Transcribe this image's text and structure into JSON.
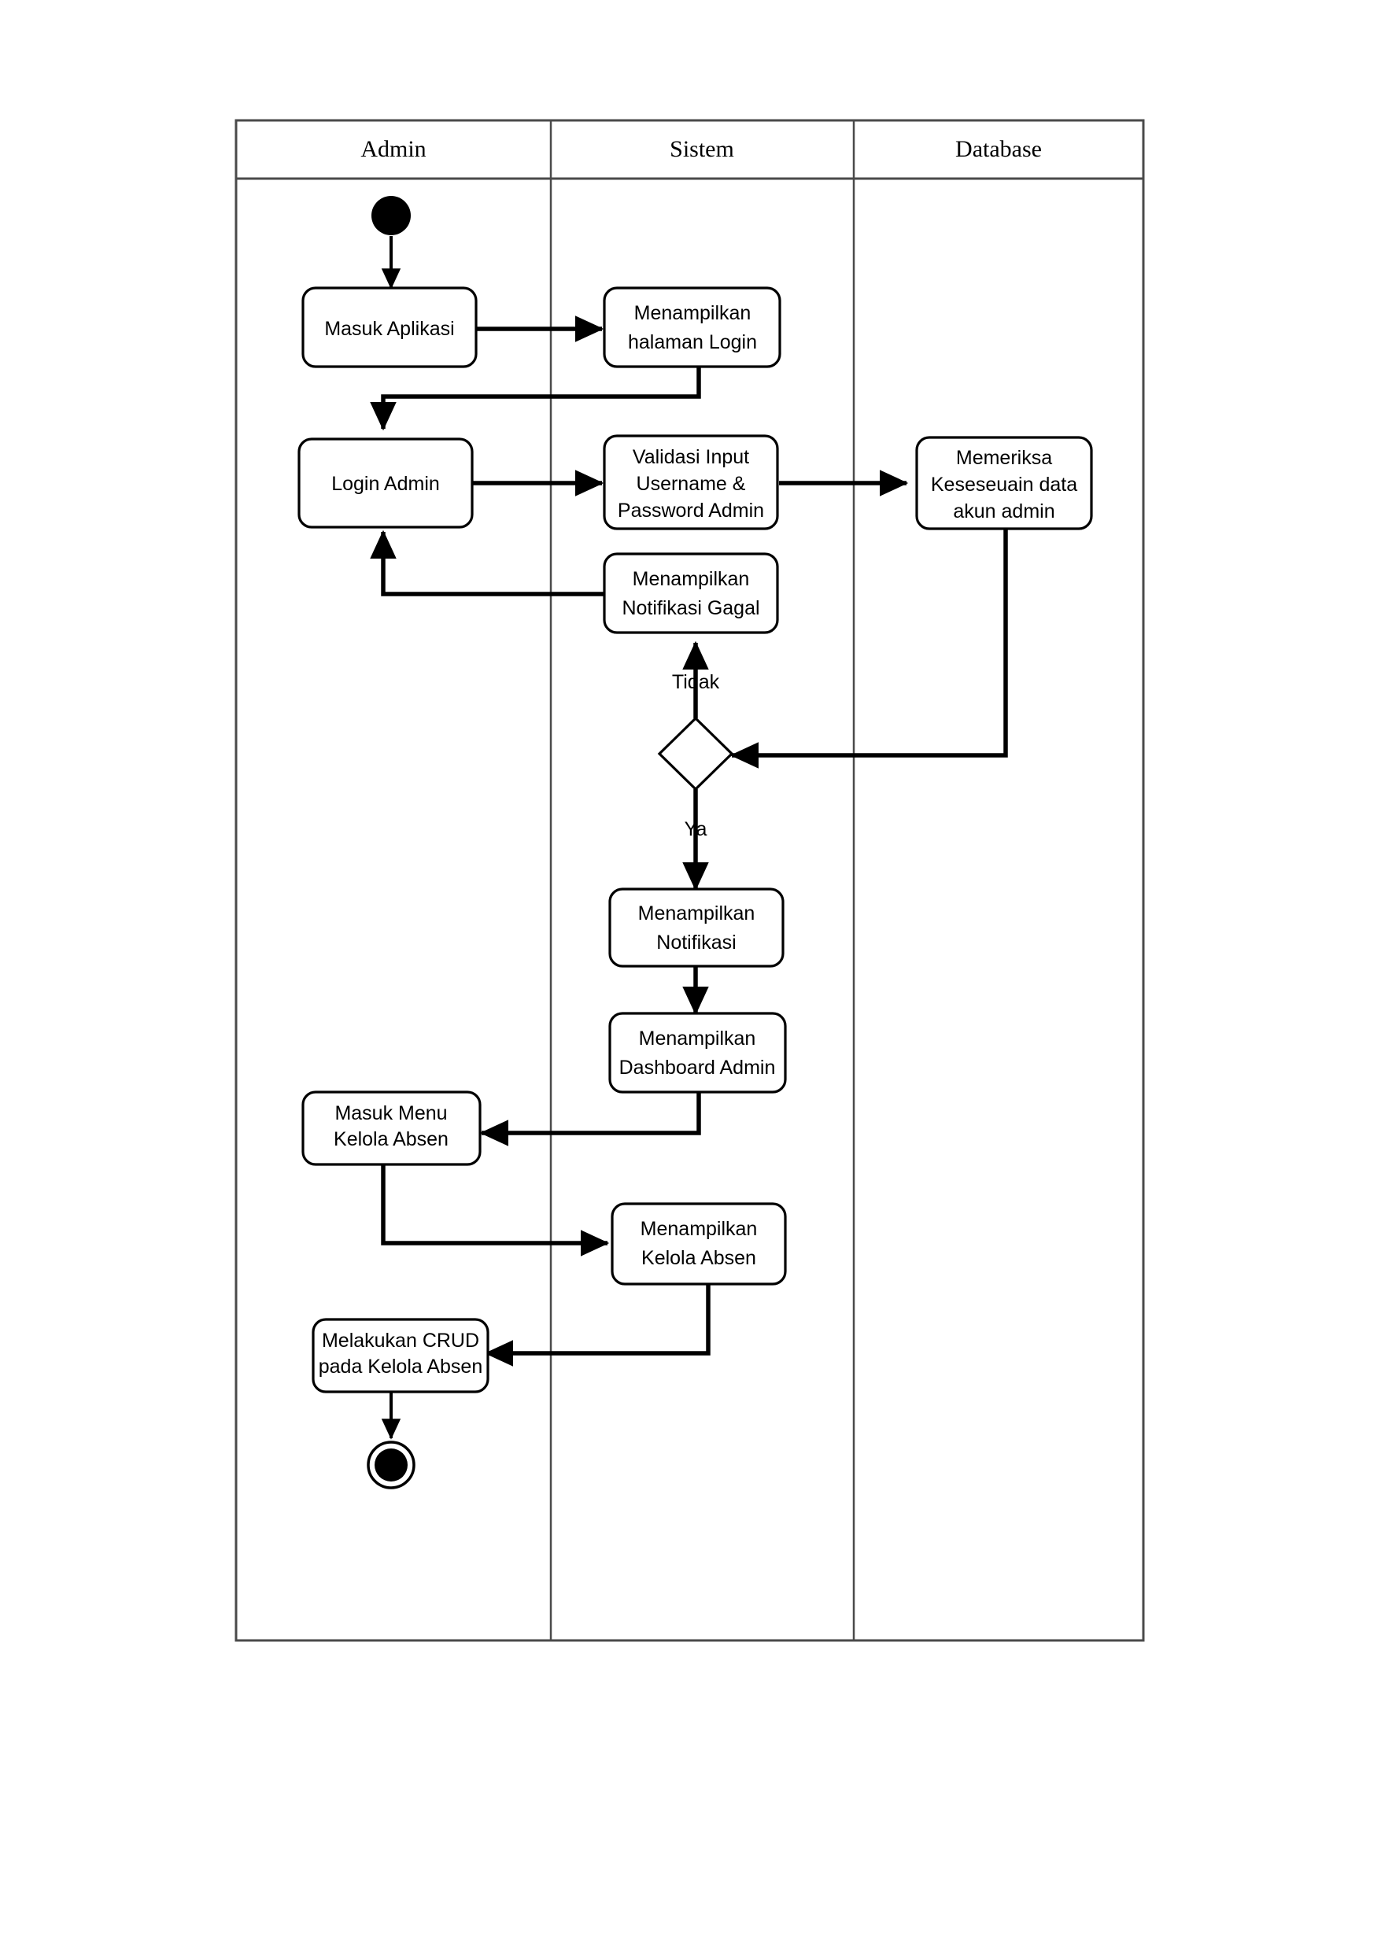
{
  "diagram": {
    "kind": "uml-activity-diagram",
    "lanes": [
      {
        "id": "admin",
        "title": "Admin"
      },
      {
        "id": "sistem",
        "title": "Sistem"
      },
      {
        "id": "database",
        "title": "Database"
      }
    ],
    "nodes": [
      {
        "id": "start",
        "type": "initial-node",
        "lane": "admin",
        "label": ""
      },
      {
        "id": "masuk-aplikasi",
        "type": "action",
        "lane": "admin",
        "lines": [
          "Masuk Aplikasi"
        ]
      },
      {
        "id": "halaman-login",
        "type": "action",
        "lane": "sistem",
        "lines": [
          "Menampilkan",
          "halaman Login"
        ]
      },
      {
        "id": "login-admin",
        "type": "action",
        "lane": "admin",
        "lines": [
          "Login Admin"
        ]
      },
      {
        "id": "validasi-input",
        "type": "action",
        "lane": "sistem",
        "lines": [
          "Validasi Input",
          "Username &",
          "Password Admin"
        ]
      },
      {
        "id": "memeriksa-data",
        "type": "action",
        "lane": "database",
        "lines": [
          "Memeriksa",
          "Keseseuain data",
          "akun admin"
        ]
      },
      {
        "id": "notifikasi-gagal",
        "type": "action",
        "lane": "sistem",
        "lines": [
          "Menampilkan",
          "Notifikasi Gagal"
        ]
      },
      {
        "id": "decision",
        "type": "decision",
        "lane": "sistem",
        "label": ""
      },
      {
        "id": "menampilkan-notifikasi",
        "type": "action",
        "lane": "sistem",
        "lines": [
          "Menampilkan",
          "Notifikasi"
        ]
      },
      {
        "id": "dashboard-admin",
        "type": "action",
        "lane": "sistem",
        "lines": [
          "Menampilkan",
          "Dashboard Admin"
        ]
      },
      {
        "id": "masuk-menu-kelola",
        "type": "action",
        "lane": "admin",
        "lines": [
          "Masuk Menu",
          "Kelola Absen"
        ]
      },
      {
        "id": "menampilkan-kelola",
        "type": "action",
        "lane": "sistem",
        "lines": [
          "Menampilkan",
          "Kelola Absen"
        ]
      },
      {
        "id": "crud-kelola",
        "type": "action",
        "lane": "admin",
        "lines": [
          "Melakukan CRUD",
          "pada Kelola Absen"
        ]
      },
      {
        "id": "end",
        "type": "final-node",
        "lane": "admin",
        "label": ""
      }
    ],
    "guards": [
      {
        "id": "guard-tidak",
        "label": "Tidak",
        "from": "decision",
        "to": "notifikasi-gagal"
      },
      {
        "id": "guard-ya",
        "label": "Ya",
        "from": "decision",
        "to": "menampilkan-notifikasi"
      }
    ],
    "colors": {
      "frame": "#4a4a4a",
      "stroke": "#000000",
      "fill": "#ffffff",
      "background": "#ffffff"
    }
  }
}
